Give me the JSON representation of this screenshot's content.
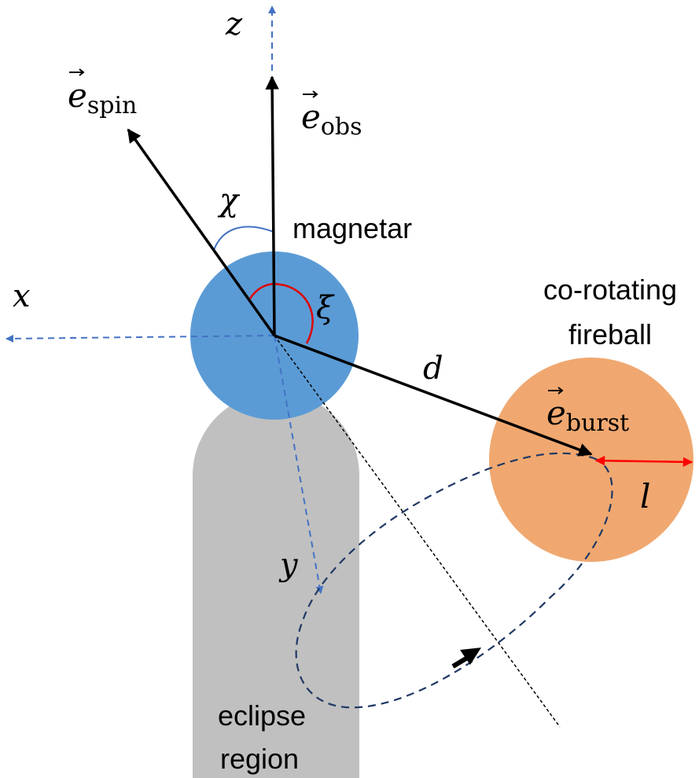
{
  "labels": {
    "z_axis": "z",
    "x_axis": "x",
    "y_axis": "y",
    "e_spin": {
      "base": "e",
      "sub": "spin"
    },
    "e_obs": {
      "base": "e",
      "sub": "obs"
    },
    "e_burst": {
      "base": "e",
      "sub": "burst"
    },
    "chi": "χ",
    "xi": "ξ",
    "d": "d",
    "l": "l",
    "magnetar": "magnetar",
    "fireball_line1": "co-rotating",
    "fireball_line2": "fireball",
    "eclipse_line1": "eclipse",
    "eclipse_line2": "region"
  },
  "colors": {
    "magnetar": "#5b9bd5",
    "fireball": "#f0a870",
    "eclipse": "#c0c0c0",
    "axis_dashed": "#4472c4",
    "vector": "#000000",
    "xi_arc": "#e00000",
    "chi_arc": "#4472c4",
    "l_arrow": "#ff0000",
    "orbit": "#1f3864"
  },
  "icons": {
    "vector_arrow": "vector-arrow-accent",
    "rotation_direction": "rotation-direction-arrow"
  }
}
